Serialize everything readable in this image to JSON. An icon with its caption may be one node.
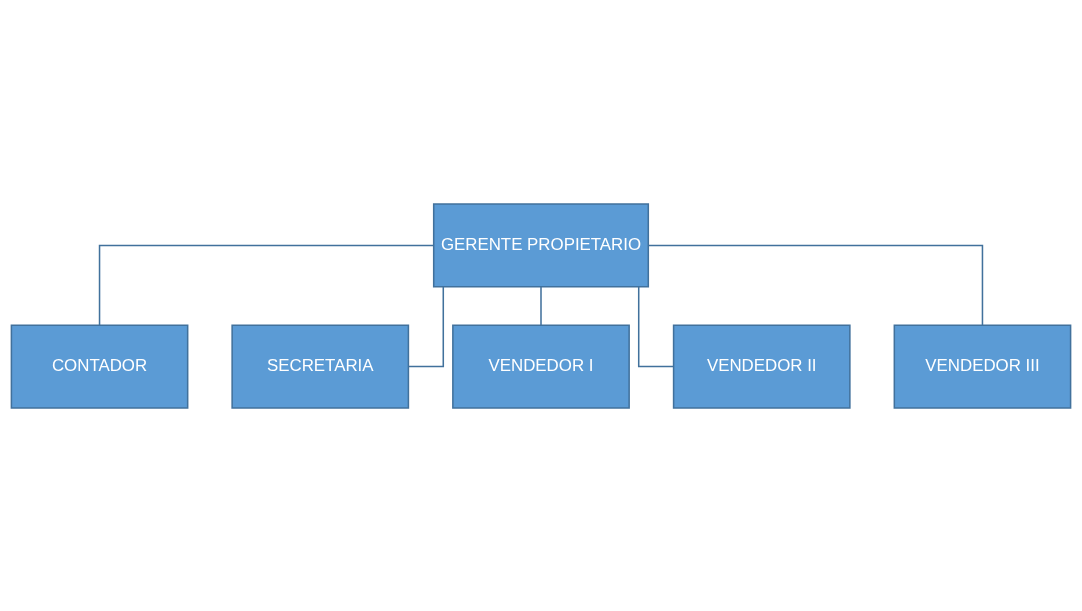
{
  "diagram": {
    "nodes": [
      {
        "text": [
          "GERENTE PROPIETARIO"
        ]
      },
      {
        "text": [
          "CONTADOR"
        ]
      },
      {
        "text": [
          "SECRETARIA"
        ]
      },
      {
        "text": [
          "VENDEDOR I"
        ]
      },
      {
        "text": [
          "VENDEDOR II"
        ]
      },
      {
        "text": [
          "VENDEDOR III"
        ]
      }
    ],
    "edges": [
      {
        "from": 0,
        "to": 1,
        "arrow": "none"
      },
      {
        "from": 0,
        "to": 2,
        "arrow": "none"
      },
      {
        "from": 0,
        "to": 3,
        "arrow": "none"
      },
      {
        "from": 0,
        "to": 4,
        "arrow": "none"
      },
      {
        "from": 0,
        "to": 5,
        "arrow": "none"
      }
    ]
  }
}
